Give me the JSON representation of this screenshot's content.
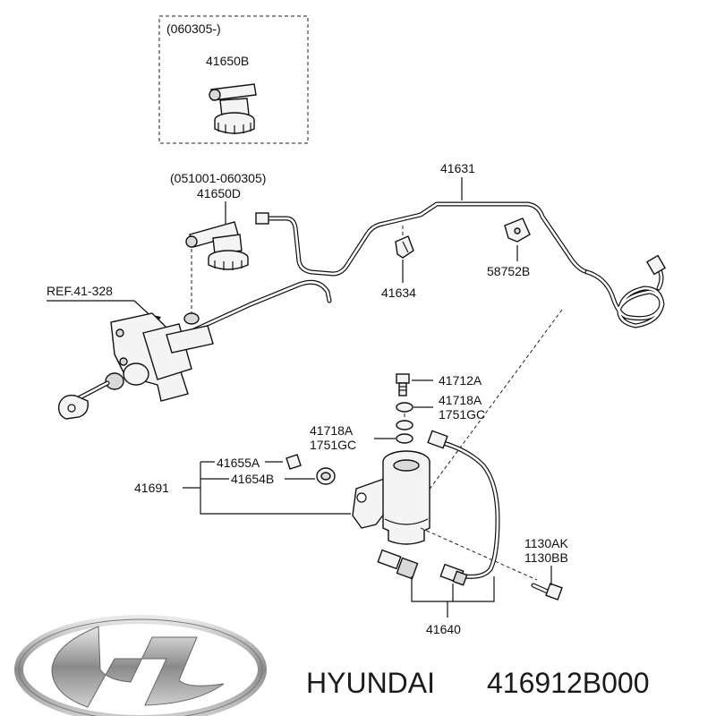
{
  "diagram": {
    "box_label": "(060305-)",
    "part_41650B": "41650B",
    "range_label": "(051001-060305)",
    "part_41650D": "41650D",
    "part_41631": "41631",
    "part_41634": "41634",
    "part_58752B": "58752B",
    "ref_label": "REF.41-328",
    "part_41712A": "41712A",
    "part_41718A_top": "41718A",
    "part_1751GC_top": "1751GC",
    "part_41718A_left": "41718A",
    "part_1751GC_left": "1751GC",
    "part_41655A": "41655A",
    "part_41691": "41691",
    "part_41654B": "41654B",
    "part_1130AK": "1130AK",
    "part_1130BB": "1130BB",
    "part_41640": "41640"
  },
  "brand": {
    "name": "HYUNDAI",
    "part_number": "416912B000",
    "logo_icon": "hyundai-logo-icon"
  }
}
